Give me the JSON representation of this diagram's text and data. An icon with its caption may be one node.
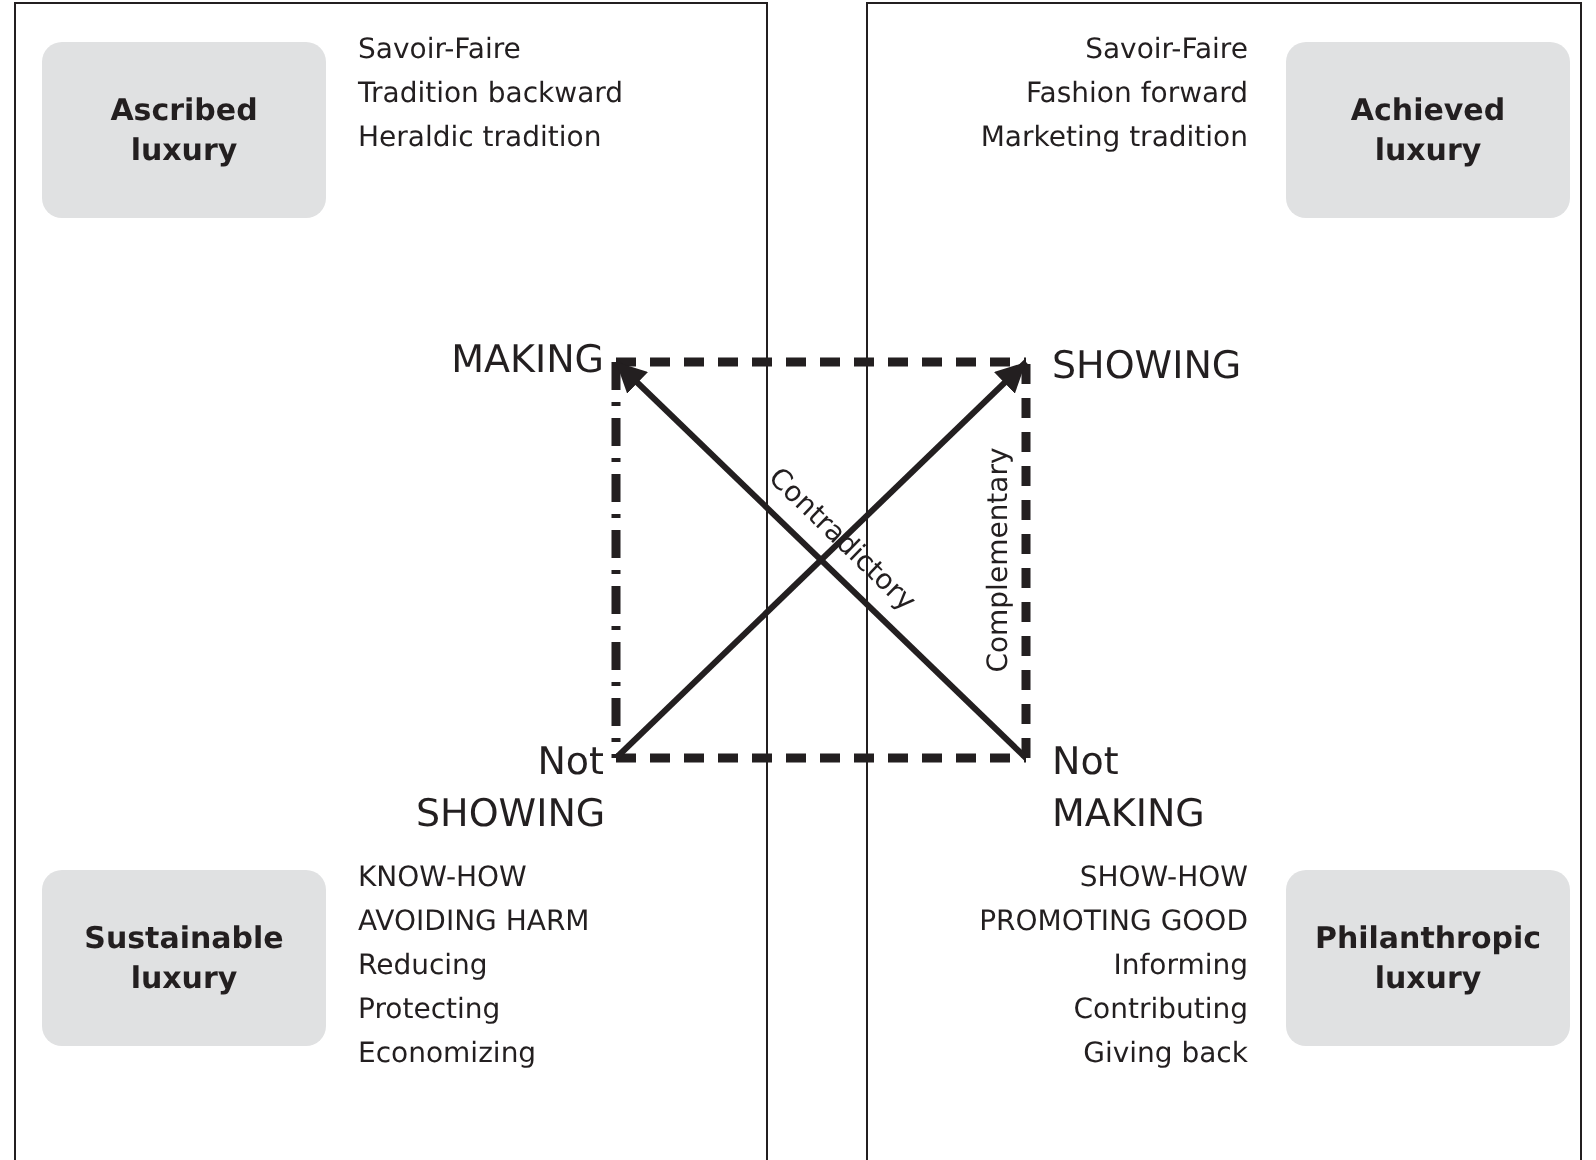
{
  "diagram": {
    "nodes": [
      {
        "text": [],
        "shape": "box"
      },
      {
        "text": [
          "Ascribed luxury"
        ],
        "in": 0,
        "beside": [
          "Savoir-Faire",
          "Tradition backward",
          "Heraldic tradition"
        ]
      },
      {
        "text": [
          "MAKING"
        ],
        "in": 0
      },
      {
        "text": [
          "Not SHOWING"
        ],
        "in": 0
      },
      {
        "text": [
          "Sustainable luxury"
        ],
        "in": 0,
        "beside": [
          "KNOW-HOW",
          "AVOIDING HARM",
          "Reducing",
          "Protecting",
          "Economizing"
        ]
      },
      {
        "text": [],
        "shape": "box"
      },
      {
        "text": [
          "Achieved luxury"
        ],
        "in": 5,
        "beside": [
          "Savoir-Faire",
          "Fashion forward",
          "Marketing tradition"
        ]
      },
      {
        "text": [
          "SHOWING"
        ],
        "in": 5
      },
      {
        "text": [
          "Not MAKING"
        ],
        "in": 5
      },
      {
        "text": [
          "Philanthropic luxury"
        ],
        "in": 5,
        "beside": [
          "SHOW-HOW",
          "PROMOTING GOOD",
          "Informing",
          "Contributing",
          "Giving back"
        ]
      }
    ],
    "edges": [
      {
        "from": 2,
        "to": 7,
        "arrow": "none",
        "style": "dashed"
      },
      {
        "from": 2,
        "to": 3,
        "arrow": "none",
        "style": "dashed"
      },
      {
        "from": 3,
        "to": 8,
        "arrow": "none",
        "style": "dashed"
      },
      {
        "from": 8,
        "to": 7,
        "arrow": "none",
        "style": "dashed",
        "label": "Complementary"
      },
      {
        "from": 3,
        "to": 7,
        "arrow": "to"
      },
      {
        "from": 8,
        "to": 2,
        "arrow": "to",
        "label": "Contradictory"
      }
    ]
  }
}
